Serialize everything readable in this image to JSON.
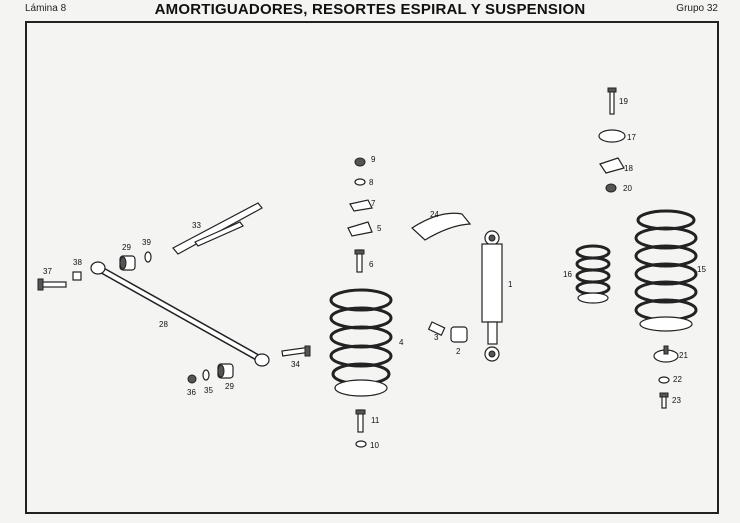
{
  "header": {
    "plate": "Lámina 8",
    "title": "AMORTIGUADORES, RESORTES ESPIRAL Y SUSPENSION",
    "group": "Grupo 32"
  },
  "parts": [
    "1",
    "2",
    "3",
    "4",
    "5",
    "6",
    "7",
    "8",
    "9",
    "10",
    "11",
    "15",
    "16",
    "17",
    "18",
    "19",
    "20",
    "21",
    "22",
    "23",
    "24",
    "28",
    "29",
    "29",
    "33",
    "34",
    "35",
    "36",
    "37",
    "38",
    "39"
  ]
}
